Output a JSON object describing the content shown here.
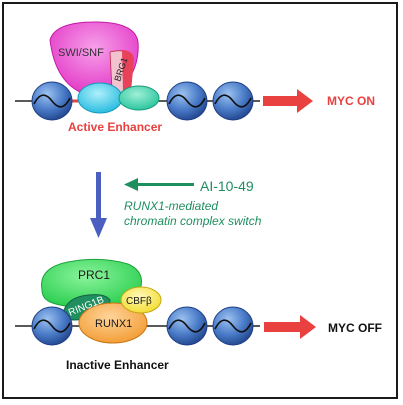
{
  "top_panel": {
    "complex_label": "SWI/SNF",
    "subunit_label": "BRG1",
    "state_label": "Active Enhancer",
    "output_label": "MYC ON"
  },
  "transition": {
    "drug_label": "AI-10-49",
    "mechanism_line1": "RUNX1-mediated",
    "mechanism_line2": "chromatin complex switch"
  },
  "bottom_panel": {
    "complex_label": "PRC1",
    "subunit_label": "RING1B",
    "cofactor_label": "CBFβ",
    "tf_label": "RUNX1",
    "state_label": "Inactive Enhancer",
    "output_label": "MYC OFF"
  },
  "colors": {
    "swi_snf": "#e82fc8",
    "brg1": "#e8415a",
    "active_red": "#e8413f",
    "nucleosome": "#4a7bc8",
    "cyan_factor": "#29c6e6",
    "teal_factor": "#2ecfa6",
    "prc1": "#2fd659",
    "ring1b": "#1f8f5f",
    "cbfb": "#f7e94a",
    "runx1": "#f5a742",
    "down_arrow": "#4a5fbf",
    "drug_green": "#1f8f5f"
  }
}
